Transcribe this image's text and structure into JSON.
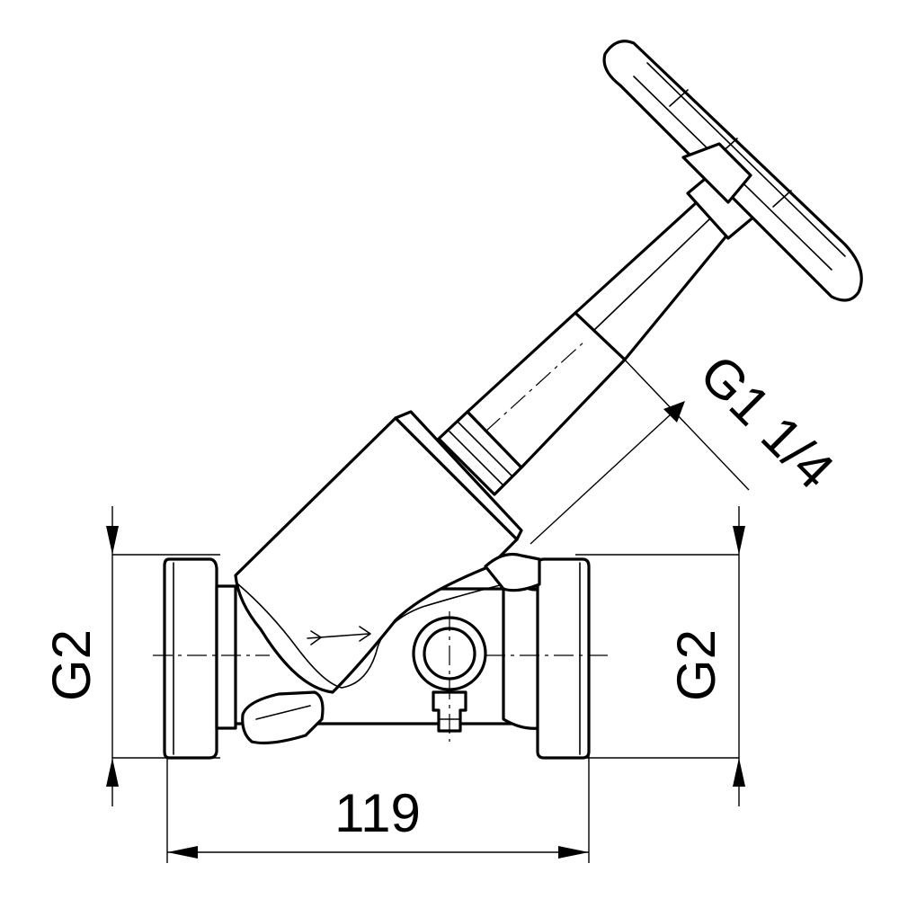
{
  "dimensions": {
    "left_thread": "G2",
    "right_thread": "G2",
    "stem_thread": "G1 1/4",
    "length": "119"
  },
  "colors": {
    "line": "#000000",
    "background": "#ffffff"
  }
}
